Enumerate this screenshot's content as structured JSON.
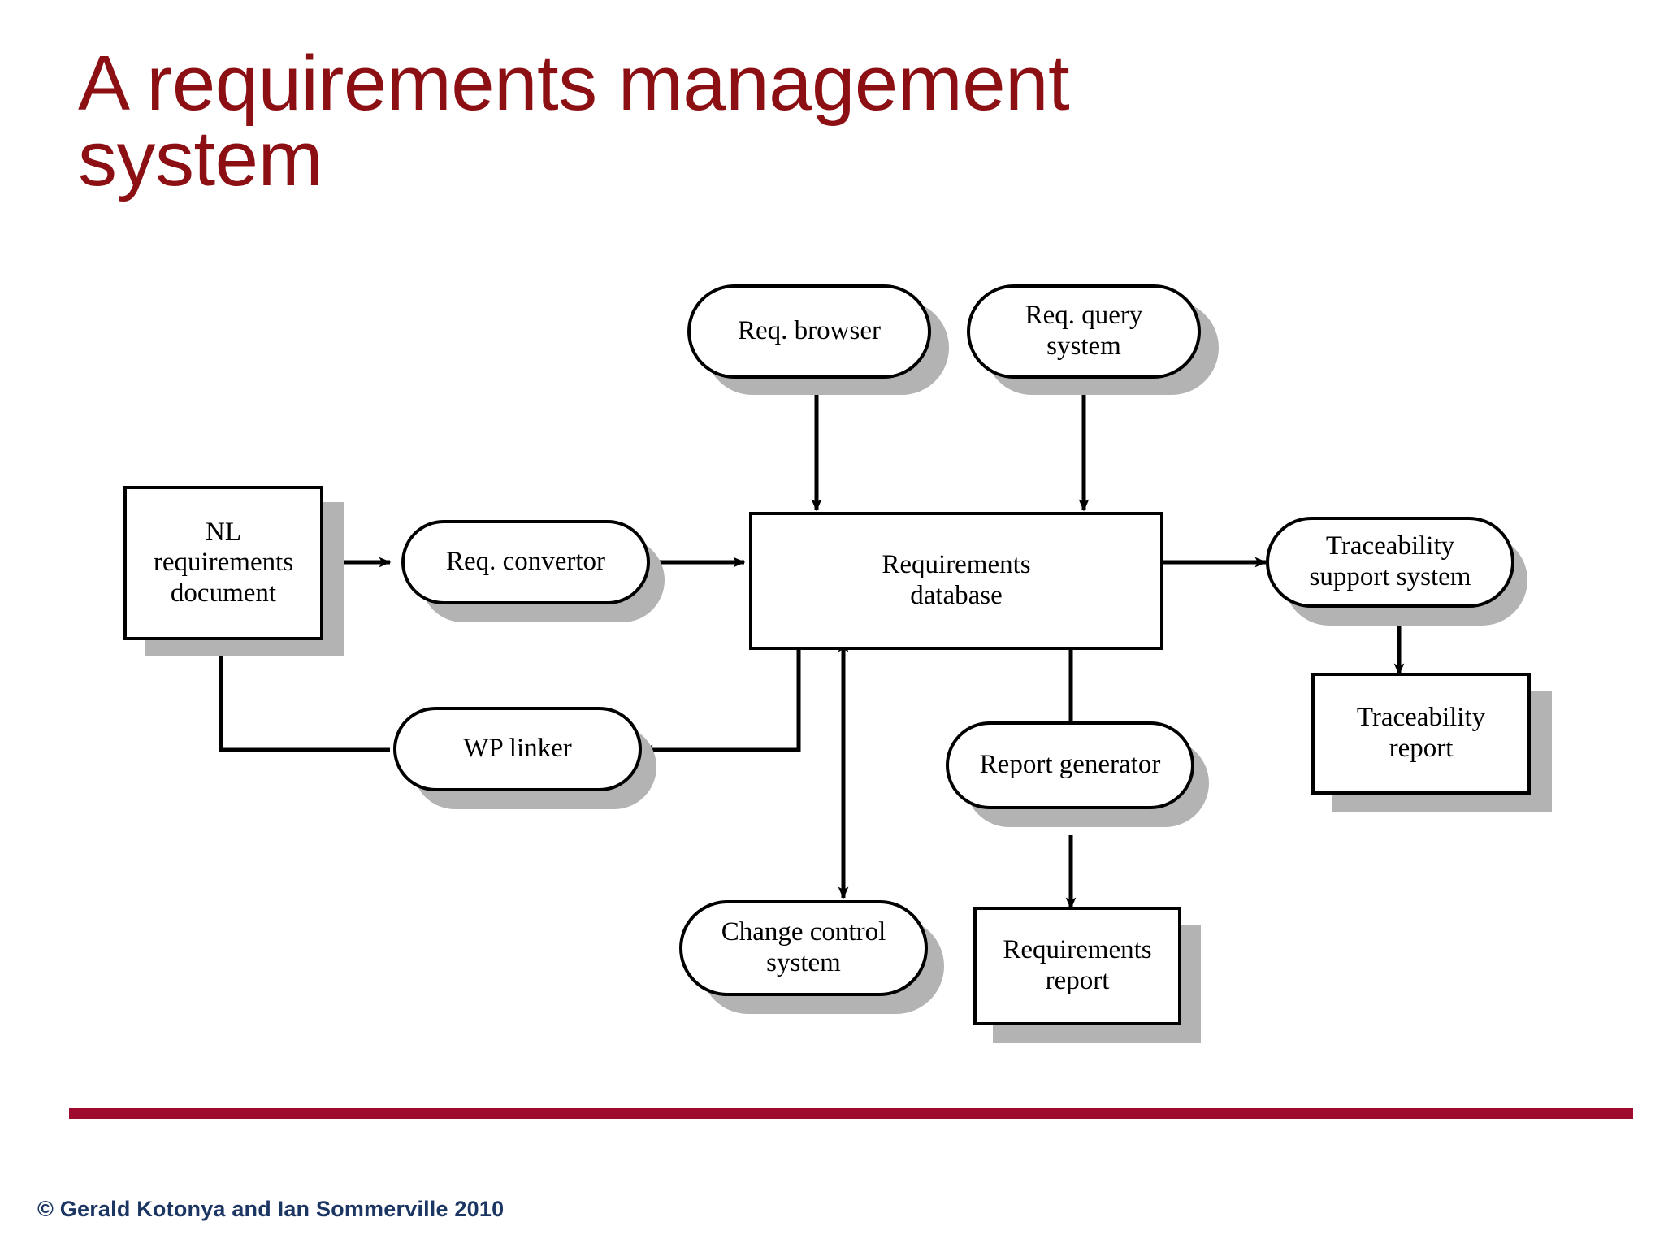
{
  "slide": {
    "title": "A requirements management\nsystem",
    "title_color": "#8c1013",
    "background_color": "#ffffff"
  },
  "footer": {
    "rule_color": "#9e0b2c",
    "credit": "© Gerald Kotonya and Ian Sommerville  2010",
    "credit_color": "#1c3664"
  },
  "diagram": {
    "type": "block-flow-diagram",
    "node_fill": "#ffffff",
    "node_stroke": "#000000",
    "shadow_color": "#b3b3b3",
    "nodes": [
      {
        "id": "req-browser",
        "label": "Req. browser",
        "shape": "rounded",
        "shadow": true
      },
      {
        "id": "req-query-system",
        "label": "Req. query\nsystem",
        "shape": "rounded",
        "shadow": true
      },
      {
        "id": "nl-req-document",
        "label": "NL\nrequirements\ndocument",
        "shape": "rect",
        "shadow": true
      },
      {
        "id": "req-convertor",
        "label": "Req. convertor",
        "shape": "rounded",
        "shadow": true
      },
      {
        "id": "requirements-db",
        "label": "Requirements\ndatabase",
        "shape": "rect",
        "shadow": false
      },
      {
        "id": "traceability-support",
        "label": "Traceability\nsupport system",
        "shape": "rounded",
        "shadow": true
      },
      {
        "id": "traceability-report",
        "label": "Traceability\nreport",
        "shape": "rect",
        "shadow": true
      },
      {
        "id": "wp-linker",
        "label": "WP linker",
        "shape": "rounded",
        "shadow": true
      },
      {
        "id": "report-generator",
        "label": "Report generator",
        "shape": "rounded",
        "shadow": true
      },
      {
        "id": "requirements-report",
        "label": "Requirements\nreport",
        "shape": "rect",
        "shadow": true
      },
      {
        "id": "change-control",
        "label": "Change control\nsystem",
        "shape": "rounded",
        "shadow": true
      }
    ],
    "edges": [
      {
        "from": "req-browser",
        "to": "requirements-db",
        "direction": "one-way"
      },
      {
        "from": "req-query-system",
        "to": "requirements-db",
        "direction": "one-way"
      },
      {
        "from": "nl-req-document",
        "to": "req-convertor",
        "direction": "one-way"
      },
      {
        "from": "req-convertor",
        "to": "requirements-db",
        "direction": "one-way"
      },
      {
        "from": "requirements-db",
        "to": "traceability-support",
        "direction": "one-way"
      },
      {
        "from": "traceability-support",
        "to": "traceability-report",
        "direction": "one-way"
      },
      {
        "from": "requirements-db",
        "to": "wp-linker",
        "direction": "one-way"
      },
      {
        "from": "wp-linker",
        "to": "nl-req-document",
        "direction": "one-way"
      },
      {
        "from": "requirements-db",
        "to": "change-control",
        "direction": "two-way"
      },
      {
        "from": "requirements-db",
        "to": "report-generator",
        "direction": "one-way"
      },
      {
        "from": "report-generator",
        "to": "requirements-report",
        "direction": "one-way"
      }
    ]
  }
}
